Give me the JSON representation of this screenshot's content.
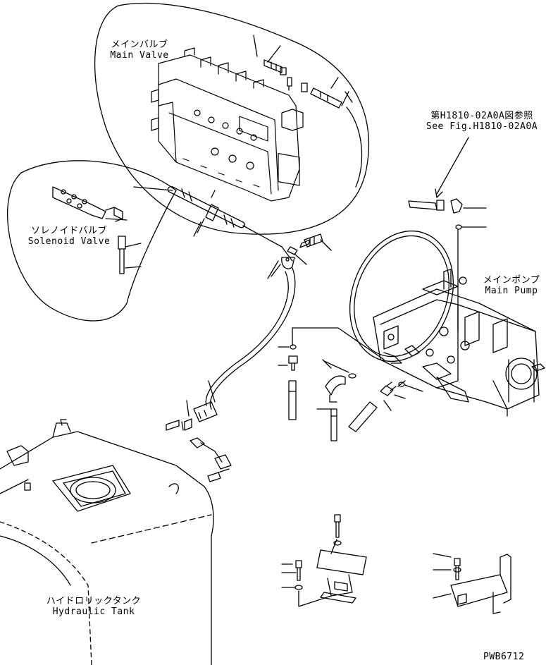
{
  "labels": {
    "main_valve": {
      "jp": "メインバルブ",
      "en": "Main Valve"
    },
    "solenoid_valve": {
      "jp": "ソレノイドバルブ",
      "en": "Solenoid Valve"
    },
    "main_pump": {
      "jp": "メインポンプ",
      "en": "Main Pump"
    },
    "hydraulic_tank": {
      "jp": "ハイドロリックタンク",
      "en": "Hydraulic Tank"
    },
    "see_fig": {
      "jp": "第H1810-02A0A図参照",
      "en": "See Fig.H1810-02A0A"
    }
  },
  "drawing_number": "PWB6712"
}
